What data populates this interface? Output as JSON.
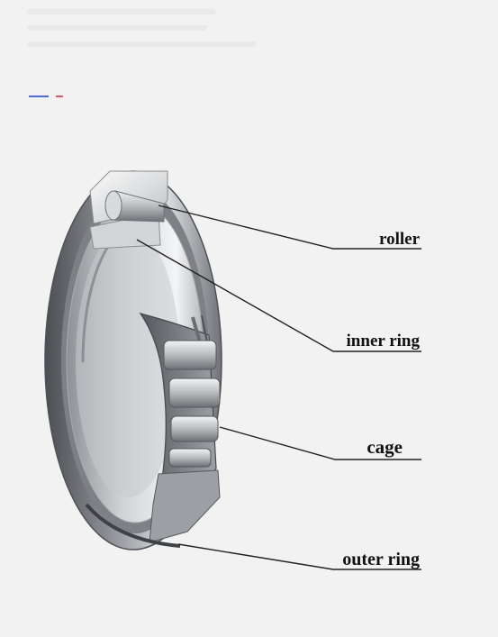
{
  "labels": {
    "roller": "roller",
    "inner_ring": "inner ring",
    "cage": "cage",
    "outer_ring": "outer ring"
  },
  "colors": {
    "background": "#f2f2f2",
    "label_text": "#111111",
    "leader_line": "#222222",
    "accent_blue": "#4a6fd6",
    "accent_red": "#e0556a",
    "steel_dark": "#5a5d61",
    "steel_mid": "#9ea2a6",
    "steel_light": "#e6e8ea"
  }
}
